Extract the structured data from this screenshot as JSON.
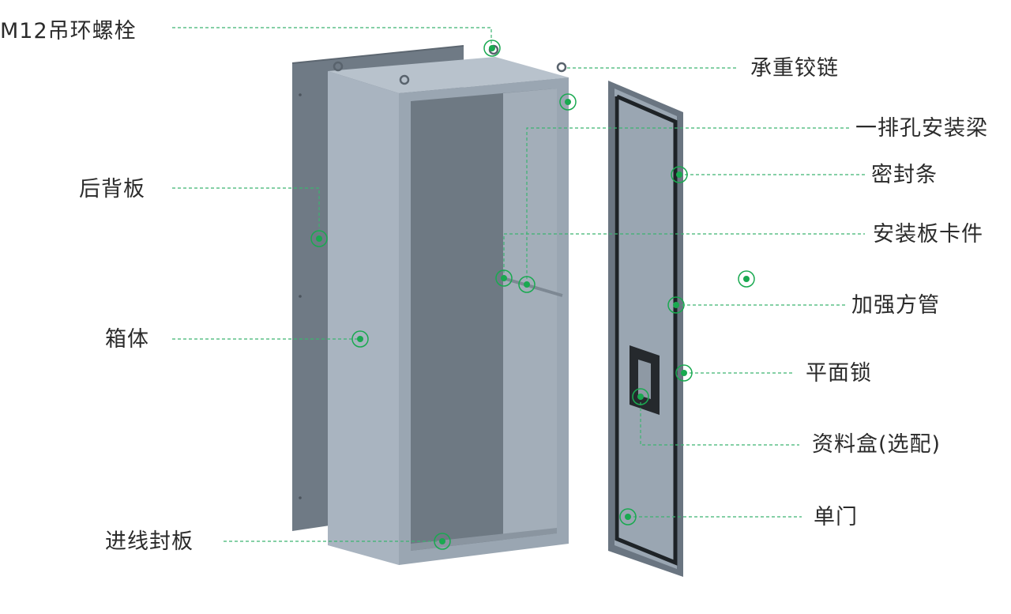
{
  "colors": {
    "leader_line": "#3cb371",
    "marker": "#19a950",
    "cabinet_face": "#9aa6b2",
    "cabinet_side": "#a9b4c0",
    "cabinet_top": "#b8c2cc",
    "cabinet_interior": "#6e7983",
    "back_panel": "#6f7a85",
    "door_frame": "#6a7581",
    "gasket": "#1e2327"
  },
  "labels": {
    "lifting_eye_bolt": "M12吊环螺栓",
    "hinge": "承重铰链",
    "mounting_beam": "一排孔安装梁",
    "back_panel": "后背板",
    "seal_strip": "密封条",
    "plate_bracket": "安装板卡件",
    "square_tube": "加强方管",
    "cabinet_body": "箱体",
    "flat_lock": "平面锁",
    "document_box": "资料盒(选配)",
    "single_door": "单门",
    "gland_plate": "进线封板"
  }
}
